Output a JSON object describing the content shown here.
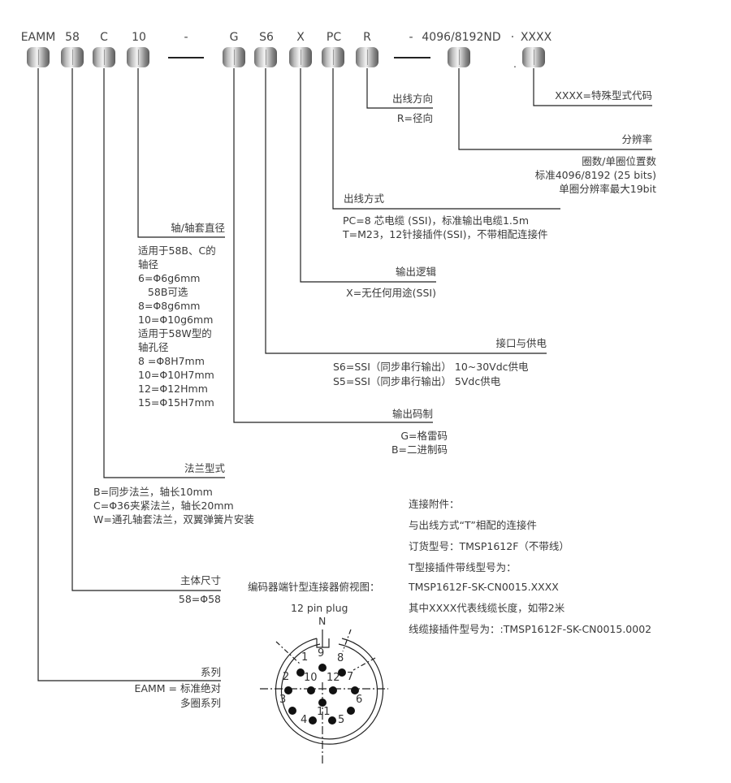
{
  "codes": [
    "EAMM",
    "58",
    "C",
    "10",
    "-",
    "G",
    "S6",
    "X",
    "PC",
    "R",
    "-",
    "4096/8192ND",
    "·",
    "XXXX"
  ],
  "dot": ".",
  "sections": {
    "special": {
      "label": "XXXX=特殊型式代码"
    },
    "direction": {
      "title": "出线方向",
      "lines": [
        "R=径向"
      ]
    },
    "resolution": {
      "title": "分辨率",
      "lines": [
        "圈数/单圈位置数",
        "标准4096/8192 (25 bits)",
        "单圈分辨率最大19bit"
      ]
    },
    "outlet": {
      "title": "出线方式",
      "lines": [
        "PC=8 芯电缆 (SSI)，标准输出电缆1.5m",
        "T=M23，12针接插件(SSI)，不带相配连接件"
      ]
    },
    "logic": {
      "title": "输出逻辑",
      "lines": [
        "X=无任何用途(SSI)"
      ]
    },
    "interface": {
      "title": "接口与供电",
      "lines": [
        "S6=SSI（同步串行输出） 10~30Vdc供电",
        "S5=SSI（同步串行输出） 5Vdc供电"
      ]
    },
    "code": {
      "title": "输出码制",
      "lines": [
        "G=格雷码",
        "B=二进制码"
      ]
    },
    "shaft": {
      "title": "轴/轴套直径",
      "lines": [
        "适用于58B、C的",
        "轴径",
        "6=Φ6g6mm",
        "   58B可选",
        "8=Φ8g6mm",
        "10=Φ10g6mm",
        "适用于58W型的",
        "轴孔径",
        "8 =Φ8H7mm",
        "10=Φ10H7mm",
        "12=Φ12Hmm",
        "15=Φ15H7mm"
      ]
    },
    "flange": {
      "title": "法兰型式",
      "lines": [
        "B=同步法兰，轴长10mm",
        "C=Φ36夹紧法兰，轴长20mm",
        "W=通孔轴套法兰，双翼弹簧片安装"
      ]
    },
    "body": {
      "title": "主体尺寸",
      "lines": [
        "58=Φ58"
      ]
    },
    "series": {
      "title": "系列",
      "lines": [
        "EAMM = 标准绝对",
        "多圈系列"
      ]
    }
  },
  "connector": {
    "caption": "编码器端针型连接器俯视图：",
    "plug": "12 pin plug",
    "north": "N",
    "pins": [
      "1",
      "2",
      "3",
      "4",
      "5",
      "6",
      "7",
      "8",
      "9",
      "10",
      "11",
      "12"
    ]
  },
  "accessories": {
    "lines": [
      "连接附件：",
      "与出线方式“T”相配的连接件",
      "订货型号：TMSP1612F（不带线）",
      "T型接插件带线型号为：",
      "TMSP1612F-SK-CN0015.XXXX",
      "其中XXXX代表线缆长度，如带2米",
      "线缆接插件型号为：:TMSP1612F-SK-CN0015.0002"
    ]
  }
}
